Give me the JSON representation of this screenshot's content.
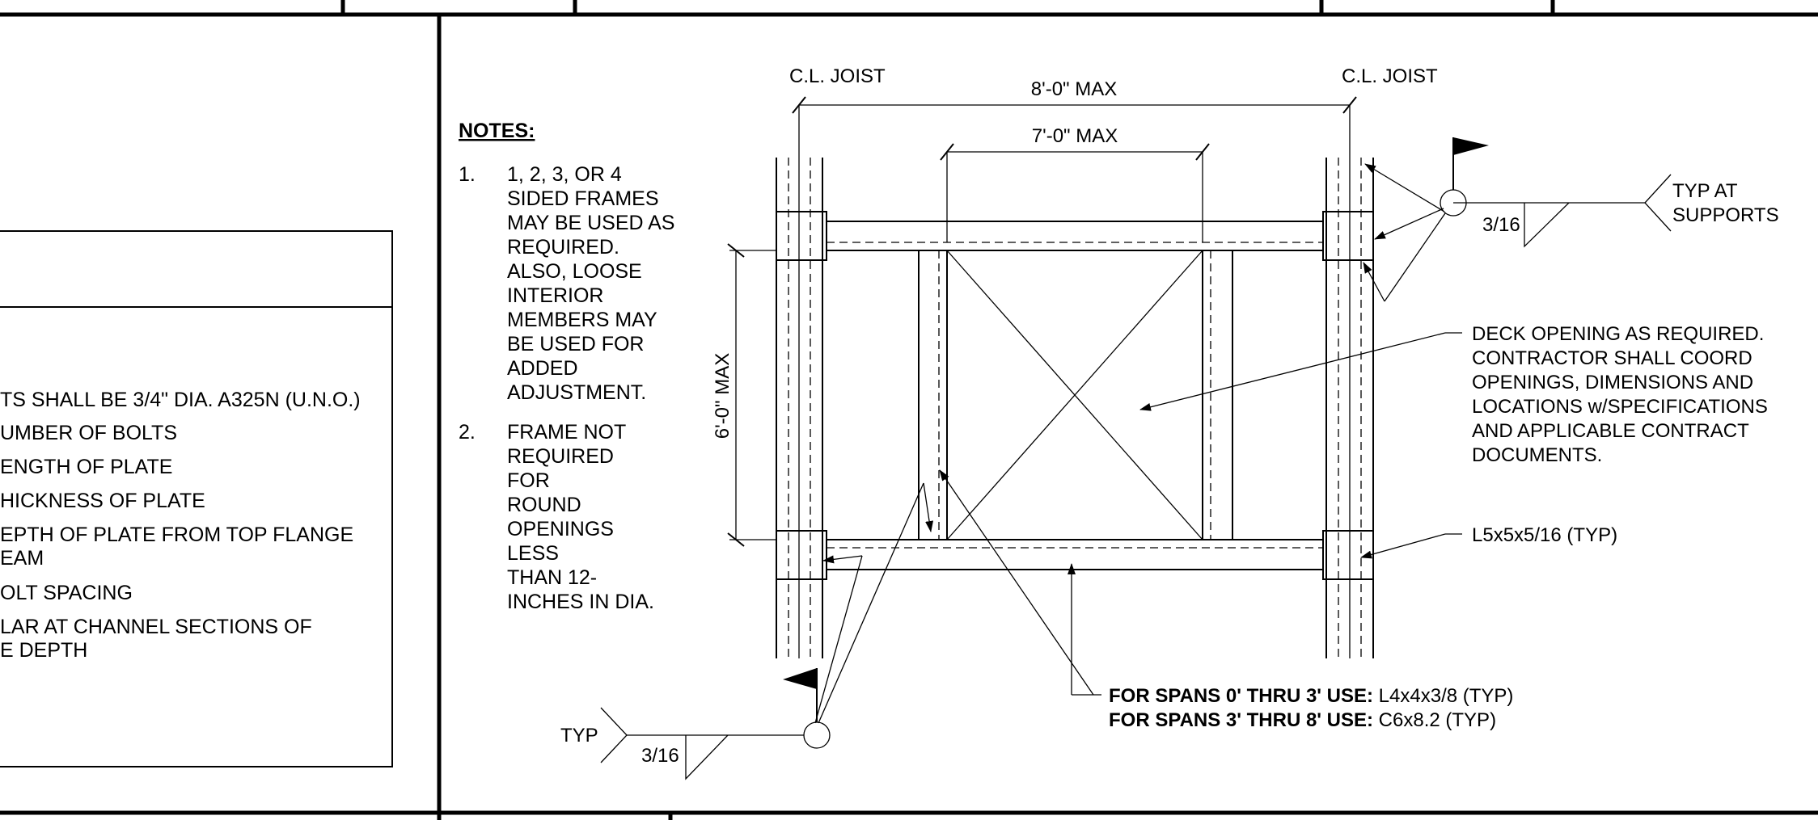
{
  "legend_notes": [
    "TS SHALL BE 3/4\" DIA. A325N (U.N.O.)",
    "UMBER OF BOLTS",
    "ENGTH OF PLATE",
    "HICKNESS OF PLATE",
    "EPTH OF PLATE FROM TOP FLANGE",
    "EAM",
    "OLT SPACING",
    "LAR AT CHANNEL SECTIONS OF",
    "E DEPTH"
  ],
  "notes": {
    "title": "NOTES:",
    "item1_number": "1.",
    "item1_lines": [
      "1, 2, 3, OR 4",
      "SIDED FRAMES",
      "MAY BE USED AS",
      "REQUIRED.",
      "ALSO, LOOSE",
      "INTERIOR",
      "MEMBERS MAY",
      "BE USED FOR",
      "ADDED",
      "ADJUSTMENT."
    ],
    "item2_number": "2.",
    "item2_lines": [
      "FRAME NOT",
      "REQUIRED",
      "FOR",
      "ROUND",
      "OPENINGS",
      "LESS",
      "THAN 12-",
      "INCHES IN DIA."
    ]
  },
  "detail": {
    "cl_joist_left": "C.L. JOIST",
    "cl_joist_right": "C.L. JOIST",
    "dim_top": "8'-0\" MAX",
    "dim_inner": "7'-0\" MAX",
    "dim_vertical": "6'-0\" MAX",
    "weld_size_top": "3/16",
    "weld_note_top": [
      "TYP AT",
      "SUPPORTS"
    ],
    "weld_size_bottom": "3/16",
    "weld_note_bottom": "TYP",
    "deck_opening_note": [
      "DECK OPENING AS REQUIRED.",
      "CONTRACTOR SHALL COORD",
      "OPENINGS, DIMENSIONS AND",
      "LOCATIONS w/SPECIFICATIONS",
      "AND APPLICABLE CONTRACT",
      "DOCUMENTS."
    ],
    "angle_note": "L5x5x5/16 (TYP)",
    "span_label_1": "FOR SPANS 0' THRU 3' USE:",
    "span_value_1": " L4x4x3/8 (TYP)",
    "span_label_2": "FOR SPANS 3' THRU 8' USE:",
    "span_value_2": " C6x8.2 (TYP)"
  }
}
